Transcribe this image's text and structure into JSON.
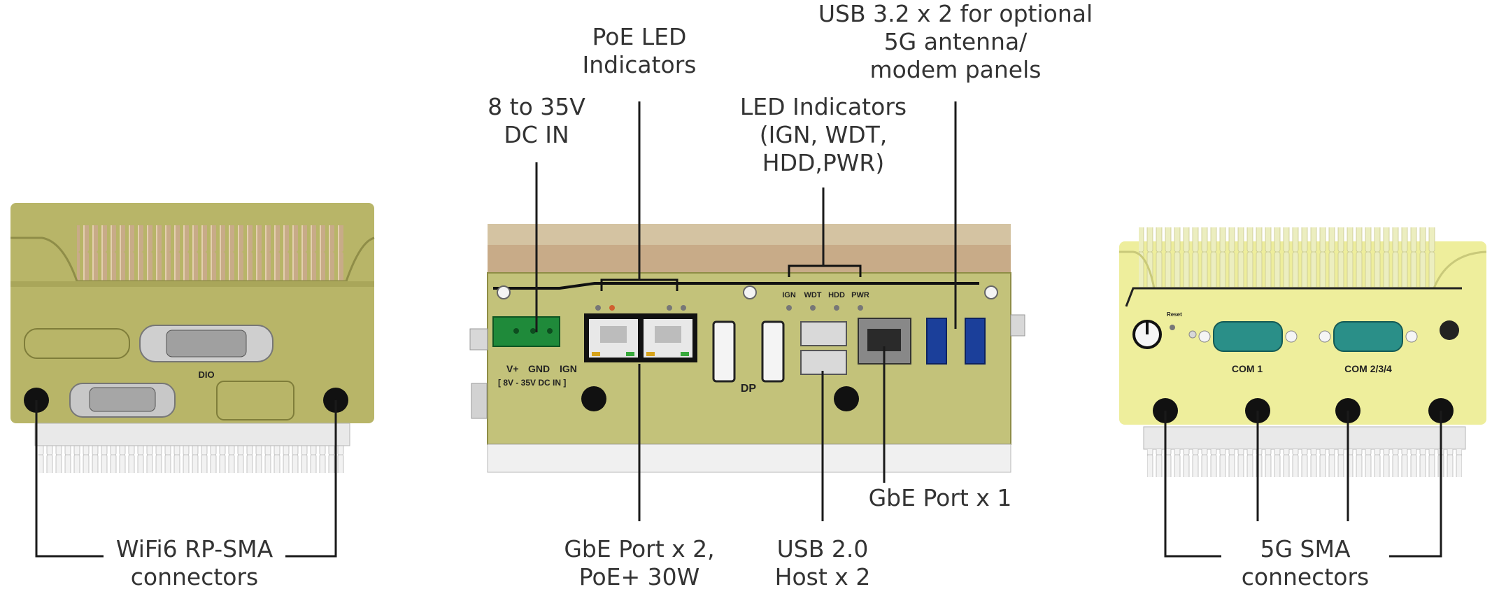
{
  "labels": {
    "poe_led": [
      "PoE LED",
      "Indicators"
    ],
    "dc_in": [
      "8 to 35V",
      "DC IN"
    ],
    "led_ind": [
      "LED Indicators",
      "(IGN, WDT,",
      "HDD,PWR)"
    ],
    "usb32": [
      "USB 3.2 x 2 for optional",
      "5G antenna/",
      "modem panels"
    ],
    "gbe1": [
      "GbE Port x 1"
    ],
    "wifi": [
      "WiFi6 RP-SMA",
      "connectors"
    ],
    "gbe2": [
      "GbE Port x 2,",
      "PoE+ 30W"
    ],
    "usb20": [
      "USB 2.0",
      "Host x 2"
    ],
    "sma5g": [
      "5G SMA",
      "connectors"
    ]
  },
  "panel_text": {
    "dio": "DIO",
    "v_plus": "V+",
    "gnd": "GND",
    "ign": "IGN",
    "dc_range": "[ 8V - 35V DC IN ]",
    "dp": "DP",
    "led_ign": "IGN",
    "led_wdt": "WDT",
    "led_hdd": "HDD",
    "led_pwr": "PWR",
    "reset": "Reset",
    "com1": "COM 1",
    "com234": "COM 2/3/4"
  },
  "colors": {
    "left_panel": "#b8b568",
    "center_panel": "#c3c27a",
    "right_panel": "#eeee9c",
    "fins": "#c8ab88",
    "fins_light": "#eceec0",
    "bottom_fins": "#e8e8e8",
    "terminal_block": "#1f8a3a",
    "usb3": "#1b3f9a",
    "com_port": "#2a8f88",
    "leader": "#1a1a1a"
  }
}
